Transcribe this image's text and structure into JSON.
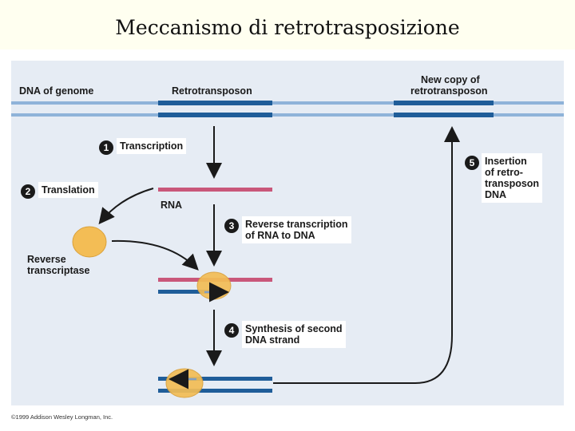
{
  "title": "Meccanismo di retrotrasposizione",
  "labels": {
    "dna_of_genome": "DNA of genome",
    "retrotransposon": "Retrotransposon",
    "new_copy": [
      "New copy of",
      "retrotransposon"
    ],
    "rna": "RNA",
    "reverse_transcriptase": [
      "Reverse",
      "transcriptase"
    ]
  },
  "steps": [
    {
      "number": "1",
      "lines": [
        "Transcription"
      ]
    },
    {
      "number": "2",
      "lines": [
        "Translation"
      ]
    },
    {
      "number": "3",
      "lines": [
        "Reverse transcription",
        "of RNA to DNA"
      ]
    },
    {
      "number": "4",
      "lines": [
        "Synthesis of second",
        "DNA strand"
      ]
    },
    {
      "number": "5",
      "lines": [
        "Insertion",
        "of retro-",
        "transposon",
        "DNA"
      ]
    }
  ],
  "copyright": "©1999 Addison Wesley Longman, Inc.",
  "colors": {
    "panel": "#e6ecf4",
    "dna": "#1f5d99",
    "dna_light": "#8fb3d9",
    "rna": "#c9577a",
    "enzyme": "#f3bd55",
    "arrow": "#1a1a1a"
  }
}
